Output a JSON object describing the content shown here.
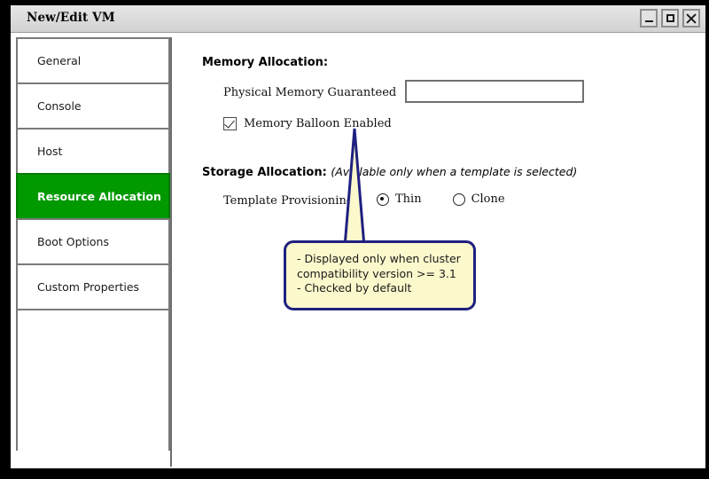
{
  "window": {
    "title": "New/Edit VM",
    "controls": [
      {
        "name": "minimize-button",
        "label": "–"
      },
      {
        "name": "maximize-button",
        "label": "□"
      },
      {
        "name": "close-button",
        "label": "✕"
      }
    ]
  },
  "sidebar": {
    "items": [
      {
        "label": "General",
        "selected": false
      },
      {
        "label": "Console",
        "selected": false
      },
      {
        "label": "Host",
        "selected": false
      },
      {
        "label": "Resource Allocation",
        "selected": true
      },
      {
        "label": "Boot Options",
        "selected": false
      },
      {
        "label": "Custom Properties",
        "selected": false
      }
    ],
    "selected_color": "#009900",
    "selected_text_color": "#ffffff"
  },
  "main": {
    "memory_section": {
      "heading": "Memory Allocation:",
      "physical_memory_label": "Physical Memory Guaranteed",
      "physical_memory_value": "",
      "physical_memory_placeholder": "",
      "balloon_label": "Memory Balloon Enabled",
      "balloon_checked": true
    },
    "storage_section": {
      "heading": "Storage Allocation:",
      "note": "(Available only when a template is selected)",
      "provisioning_label": "Template Provisioning",
      "options": [
        {
          "label": "Thin",
          "selected": true
        },
        {
          "label": "Clone",
          "selected": false
        }
      ]
    }
  },
  "callout": {
    "text": "- Displayed only when cluster\ncompatibility version >= 3.1\n- Checked by default",
    "fill_color": "#fbf8cc",
    "border_color": "#1f2080",
    "target": "memory-balloon-checkbox"
  }
}
